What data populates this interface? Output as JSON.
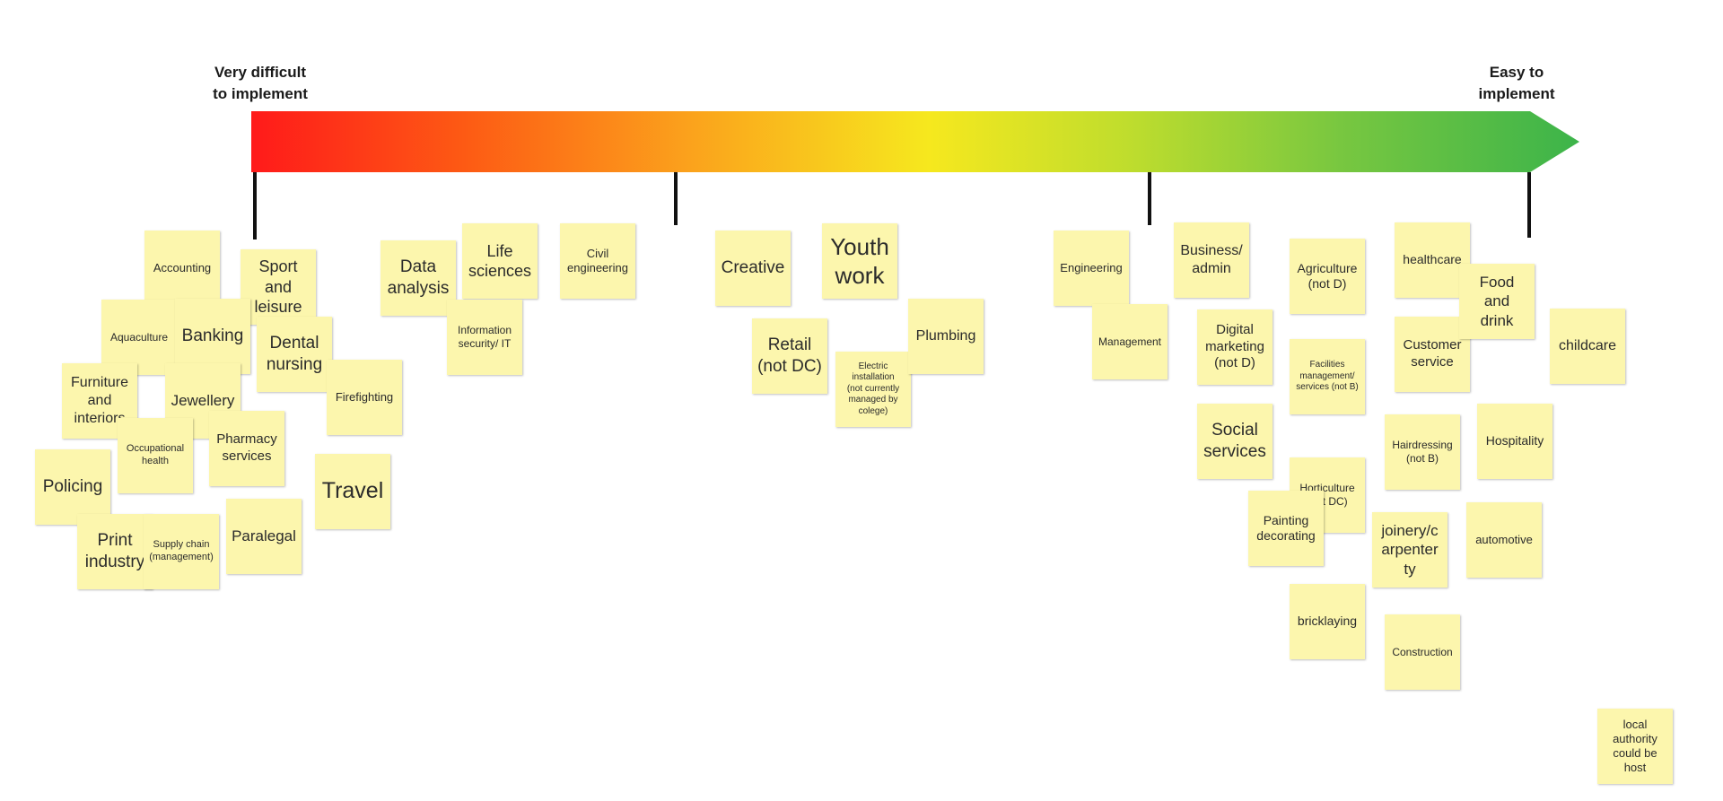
{
  "scale": {
    "left_label": "Very difficult\nto implement",
    "right_label": "Easy to\nimplement",
    "gradient_colors": [
      "#ff1a1a",
      "#fd5a14",
      "#fba21c",
      "#f6e81e",
      "#bfdd2d",
      "#78c740",
      "#3cb44a"
    ]
  },
  "notes": [
    {
      "text": "Accounting"
    },
    {
      "text": "Sport\nand\nleisure"
    },
    {
      "text": "Aquaculture"
    },
    {
      "text": "Banking"
    },
    {
      "text": "Dental\nnursing"
    },
    {
      "text": "Furniture\nand\ninteriors"
    },
    {
      "text": "Jewellery"
    },
    {
      "text": "Firefighting"
    },
    {
      "text": "Occupational\nhealth"
    },
    {
      "text": "Pharmacy\nservices"
    },
    {
      "text": "Policing"
    },
    {
      "text": "Travel"
    },
    {
      "text": "Paralegal"
    },
    {
      "text": "Print\nindustry"
    },
    {
      "text": "Supply chain\n(management)"
    },
    {
      "text": "Data\nanalysis"
    },
    {
      "text": "Life\nsciences"
    },
    {
      "text": "Information\nsecurity/ IT"
    },
    {
      "text": "Civil\nengineering"
    },
    {
      "text": "Creative"
    },
    {
      "text": "Youth\nwork"
    },
    {
      "text": "Retail\n(not DC)"
    },
    {
      "text": "Electric\ninstallation\n(not currently\nmanaged by\ncolege)"
    },
    {
      "text": "Plumbing"
    },
    {
      "text": "Engineering"
    },
    {
      "text": "Management"
    },
    {
      "text": "Business/\nadmin"
    },
    {
      "text": "Digital\nmarketing\n(not D)"
    },
    {
      "text": "Social\nservices"
    },
    {
      "text": "Agriculture\n(not D)"
    },
    {
      "text": "Facilities\nmanagement/\nservices (not B)"
    },
    {
      "text": "Horticulture\n(not DC)"
    },
    {
      "text": "Painting\ndecorating"
    },
    {
      "text": "bricklaying"
    },
    {
      "text": "healthcare"
    },
    {
      "text": "Customer\nservice"
    },
    {
      "text": "Hairdressing\n(not B)"
    },
    {
      "text": "joinery/c\narpenter\nty"
    },
    {
      "text": "Construction"
    },
    {
      "text": "Food\nand\ndrink"
    },
    {
      "text": "childcare"
    },
    {
      "text": "Hospitality"
    },
    {
      "text": "automotive"
    },
    {
      "text": "local\nauthority\ncould be\nhost"
    }
  ]
}
